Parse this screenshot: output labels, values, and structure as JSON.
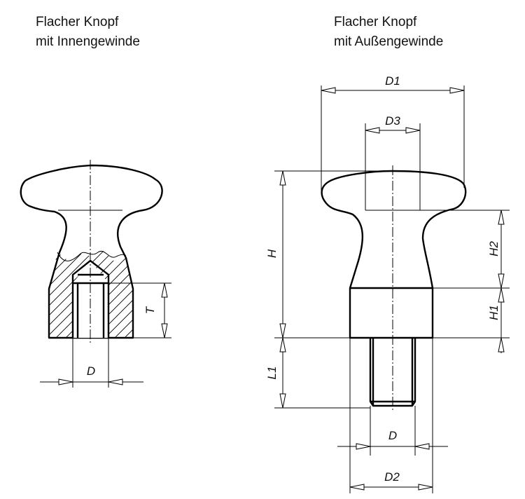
{
  "left_view": {
    "title_line1": "Flacher Knopf",
    "title_line2": "mit Innengewinde",
    "labels": {
      "T": "T",
      "D": "D"
    }
  },
  "right_view": {
    "title_line1": "Flacher Knopf",
    "title_line2": "mit Außengewinde",
    "labels": {
      "D1": "D1",
      "D3": "D3",
      "H": "H",
      "H2": "H2",
      "H1": "H1",
      "L1": "L1",
      "D": "D",
      "D2": "D2"
    }
  }
}
